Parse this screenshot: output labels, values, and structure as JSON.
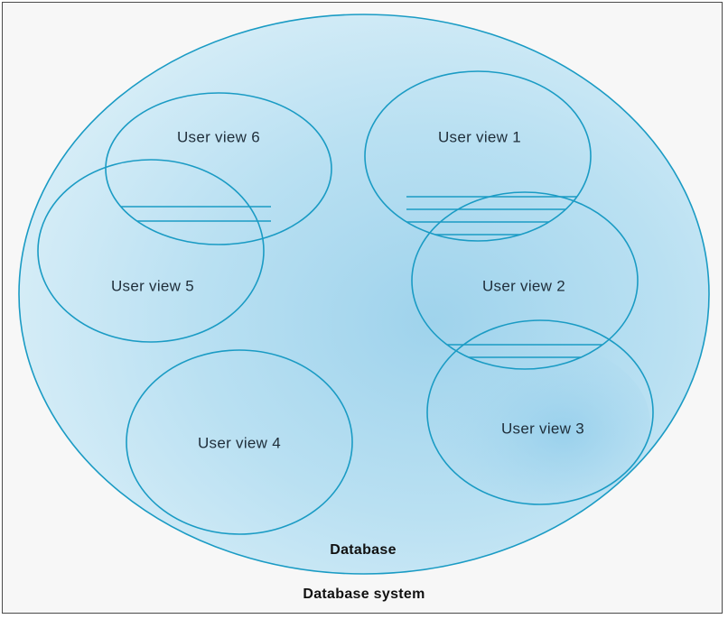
{
  "diagram": {
    "database_label": "Database",
    "system_label": "Database system",
    "views": [
      {
        "id": "v6",
        "label": "User view 6"
      },
      {
        "id": "v1",
        "label": "User view 1"
      },
      {
        "id": "v5",
        "label": "User view 5"
      },
      {
        "id": "v2",
        "label": "User view 2"
      },
      {
        "id": "v4",
        "label": "User view 4"
      },
      {
        "id": "v3",
        "label": "User view 3"
      }
    ],
    "overlaps": [
      {
        "between": [
          "User view 6",
          "User view 5"
        ]
      },
      {
        "between": [
          "User view 1",
          "User view 2"
        ]
      },
      {
        "between": [
          "User view 2",
          "User view 3"
        ]
      }
    ],
    "colors": {
      "database_fill_center": "#a9d8ee",
      "database_fill_edge": "#d3ecf6",
      "outline": "#1a9bc4",
      "text": "#1f2e3a"
    }
  }
}
